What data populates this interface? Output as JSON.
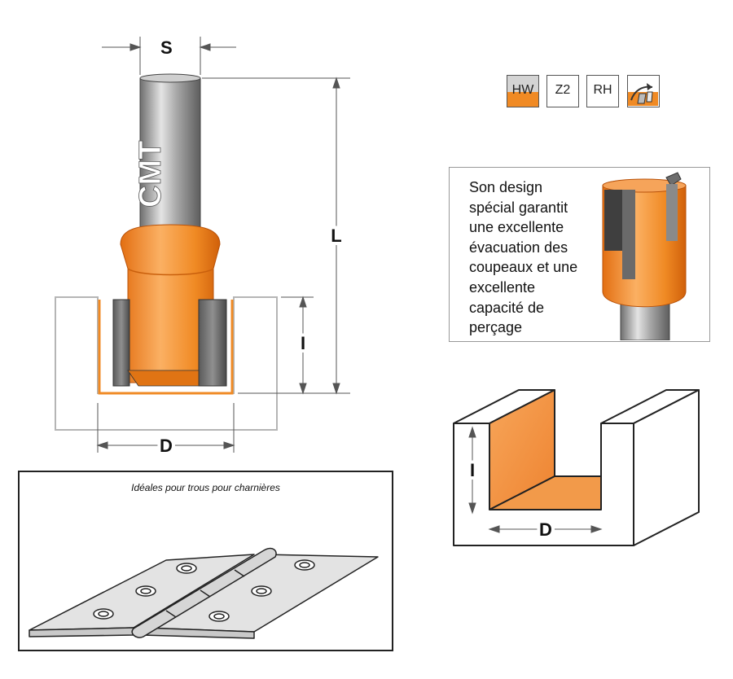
{
  "dimensions": {
    "shank": "S",
    "length": "L",
    "cut_depth": "I",
    "diameter": "D",
    "groove_depth": "I",
    "groove_width": "D"
  },
  "shank_brand": "CMT",
  "badges": {
    "hw": "HW",
    "z2": "Z2",
    "rh": "RH",
    "direction_icon": "rotation-direction-icon"
  },
  "info": {
    "lines": [
      "Son design",
      "spécial garantit",
      "une excellente",
      "évacuation des",
      "coupeaux et une",
      "excellente",
      "capacité de",
      "perçage"
    ]
  },
  "hinge": {
    "caption": "Idéales pour trous pour charnières"
  },
  "colors": {
    "orange": "#f08a24",
    "steel": "#9a9a9a",
    "outline": "#222222"
  }
}
